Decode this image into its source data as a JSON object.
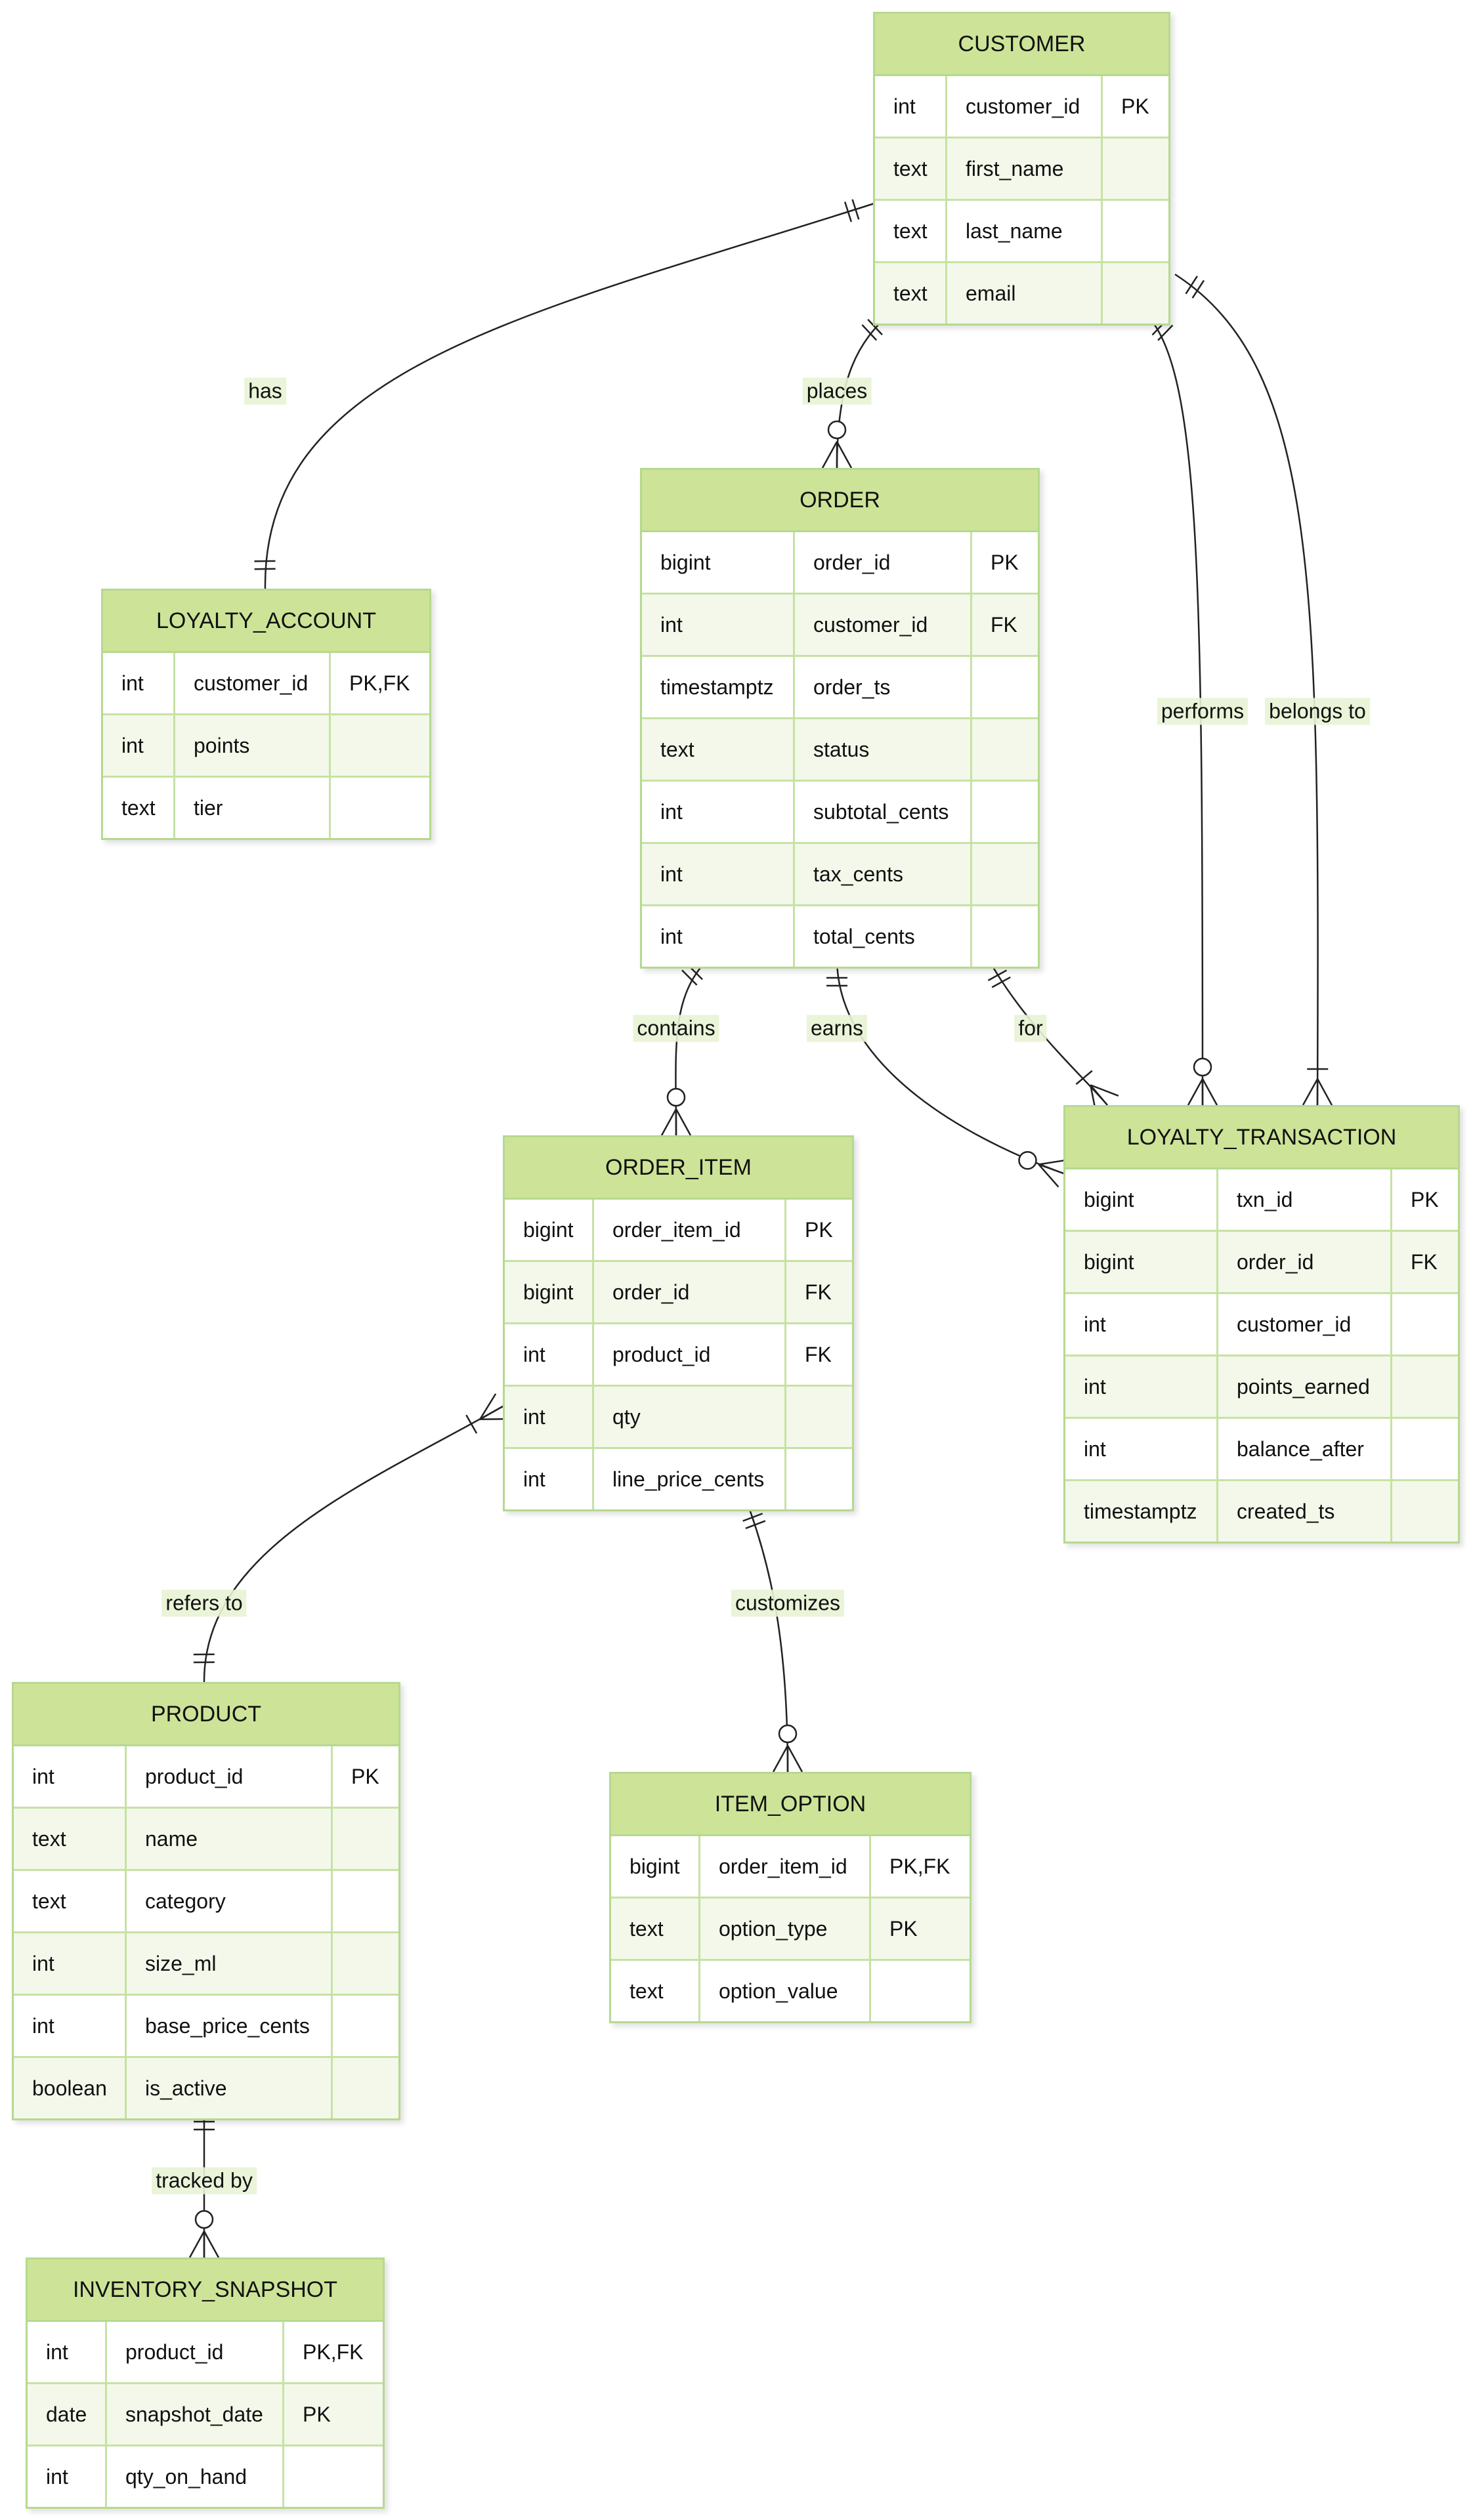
{
  "entities": [
    {
      "id": "customer",
      "name": "CUSTOMER",
      "rows": [
        [
          "int",
          "customer_id",
          "PK"
        ],
        [
          "text",
          "first_name",
          ""
        ],
        [
          "text",
          "last_name",
          ""
        ],
        [
          "text",
          "email",
          ""
        ]
      ]
    },
    {
      "id": "loyalty-account",
      "name": "LOYALTY_ACCOUNT",
      "rows": [
        [
          "int",
          "customer_id",
          "PK,FK"
        ],
        [
          "int",
          "points",
          ""
        ],
        [
          "text",
          "tier",
          ""
        ]
      ]
    },
    {
      "id": "order",
      "name": "ORDER",
      "rows": [
        [
          "bigint",
          "order_id",
          "PK"
        ],
        [
          "int",
          "customer_id",
          "FK"
        ],
        [
          "timestamptz",
          "order_ts",
          ""
        ],
        [
          "text",
          "status",
          ""
        ],
        [
          "int",
          "subtotal_cents",
          ""
        ],
        [
          "int",
          "tax_cents",
          ""
        ],
        [
          "int",
          "total_cents",
          ""
        ]
      ]
    },
    {
      "id": "order-item",
      "name": "ORDER_ITEM",
      "rows": [
        [
          "bigint",
          "order_item_id",
          "PK"
        ],
        [
          "bigint",
          "order_id",
          "FK"
        ],
        [
          "int",
          "product_id",
          "FK"
        ],
        [
          "int",
          "qty",
          ""
        ],
        [
          "int",
          "line_price_cents",
          ""
        ]
      ]
    },
    {
      "id": "loyalty-transaction",
      "name": "LOYALTY_TRANSACTION",
      "rows": [
        [
          "bigint",
          "txn_id",
          "PK"
        ],
        [
          "bigint",
          "order_id",
          "FK"
        ],
        [
          "int",
          "customer_id",
          ""
        ],
        [
          "int",
          "points_earned",
          ""
        ],
        [
          "int",
          "balance_after",
          ""
        ],
        [
          "timestamptz",
          "created_ts",
          ""
        ]
      ]
    },
    {
      "id": "product",
      "name": "PRODUCT",
      "rows": [
        [
          "int",
          "product_id",
          "PK"
        ],
        [
          "text",
          "name",
          ""
        ],
        [
          "text",
          "category",
          ""
        ],
        [
          "int",
          "size_ml",
          ""
        ],
        [
          "int",
          "base_price_cents",
          ""
        ],
        [
          "boolean",
          "is_active",
          ""
        ]
      ]
    },
    {
      "id": "item-option",
      "name": "ITEM_OPTION",
      "rows": [
        [
          "bigint",
          "order_item_id",
          "PK,FK"
        ],
        [
          "text",
          "option_type",
          "PK"
        ],
        [
          "text",
          "option_value",
          ""
        ]
      ]
    },
    {
      "id": "inventory-snapshot",
      "name": "INVENTORY_SNAPSHOT",
      "rows": [
        [
          "int",
          "product_id",
          "PK,FK"
        ],
        [
          "date",
          "snapshot_date",
          "PK"
        ],
        [
          "int",
          "qty_on_hand",
          ""
        ]
      ]
    }
  ],
  "relationships": [
    {
      "id": "has",
      "from": "customer",
      "to": "loyalty-account",
      "label": "has",
      "from_card": "one-and-only-one",
      "to_card": "one-and-only-one"
    },
    {
      "id": "places",
      "from": "customer",
      "to": "order",
      "label": "places",
      "from_card": "one-and-only-one",
      "to_card": "zero-or-more"
    },
    {
      "id": "performs",
      "from": "customer",
      "to": "loyalty-transaction",
      "label": "performs",
      "from_card": "one-and-only-one",
      "to_card": "zero-or-more"
    },
    {
      "id": "belongs-to",
      "from": "customer",
      "to": "loyalty-transaction",
      "label": "belongs to",
      "from_card": "one-and-only-one",
      "to_card": "one-or-more"
    },
    {
      "id": "contains",
      "from": "order",
      "to": "order-item",
      "label": "contains",
      "from_card": "one-and-only-one",
      "to_card": "zero-or-more"
    },
    {
      "id": "earns",
      "from": "order",
      "to": "loyalty-transaction",
      "label": "earns",
      "from_card": "one-and-only-one",
      "to_card": "zero-or-more"
    },
    {
      "id": "for",
      "from": "order",
      "to": "loyalty-transaction",
      "label": "for",
      "from_card": "one-and-only-one",
      "to_card": "one-or-more"
    },
    {
      "id": "refers-to",
      "from": "order-item",
      "to": "product",
      "label": "refers to",
      "from_card": "one-or-more",
      "to_card": "one-and-only-one"
    },
    {
      "id": "customizes",
      "from": "order-item",
      "to": "item-option",
      "label": "customizes",
      "from_card": "one-and-only-one",
      "to_card": "zero-or-more"
    },
    {
      "id": "tracked-by",
      "from": "product",
      "to": "inventory-snapshot",
      "label": "tracked by",
      "from_card": "one-and-only-one",
      "to_card": "zero-or-more"
    }
  ]
}
